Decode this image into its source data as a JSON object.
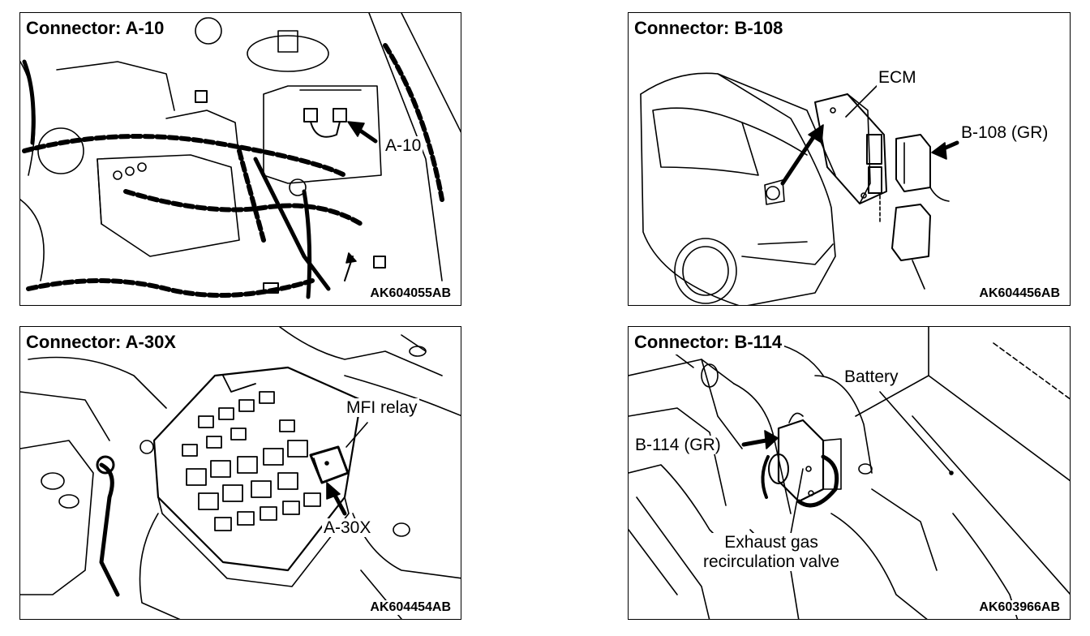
{
  "panels": {
    "a10": {
      "title": "Connector: A-10",
      "code": "AK604055AB",
      "callouts": {
        "connector": "A-10"
      }
    },
    "b108": {
      "title": "Connector: B-108",
      "code": "AK604456AB",
      "callouts": {
        "ecm": "ECM",
        "connector": "B-108 (GR)"
      }
    },
    "a30x": {
      "title": "Connector: A-30X",
      "code": "AK604454AB",
      "callouts": {
        "relay": "MFI relay",
        "connector": "A-30X"
      }
    },
    "b114": {
      "title": "Connector: B-114",
      "code": "AK603966AB",
      "callouts": {
        "battery": "Battery",
        "connector": "B-114 (GR)",
        "valve_line1": "Exhaust gas",
        "valve_line2": "recirculation valve"
      }
    }
  }
}
